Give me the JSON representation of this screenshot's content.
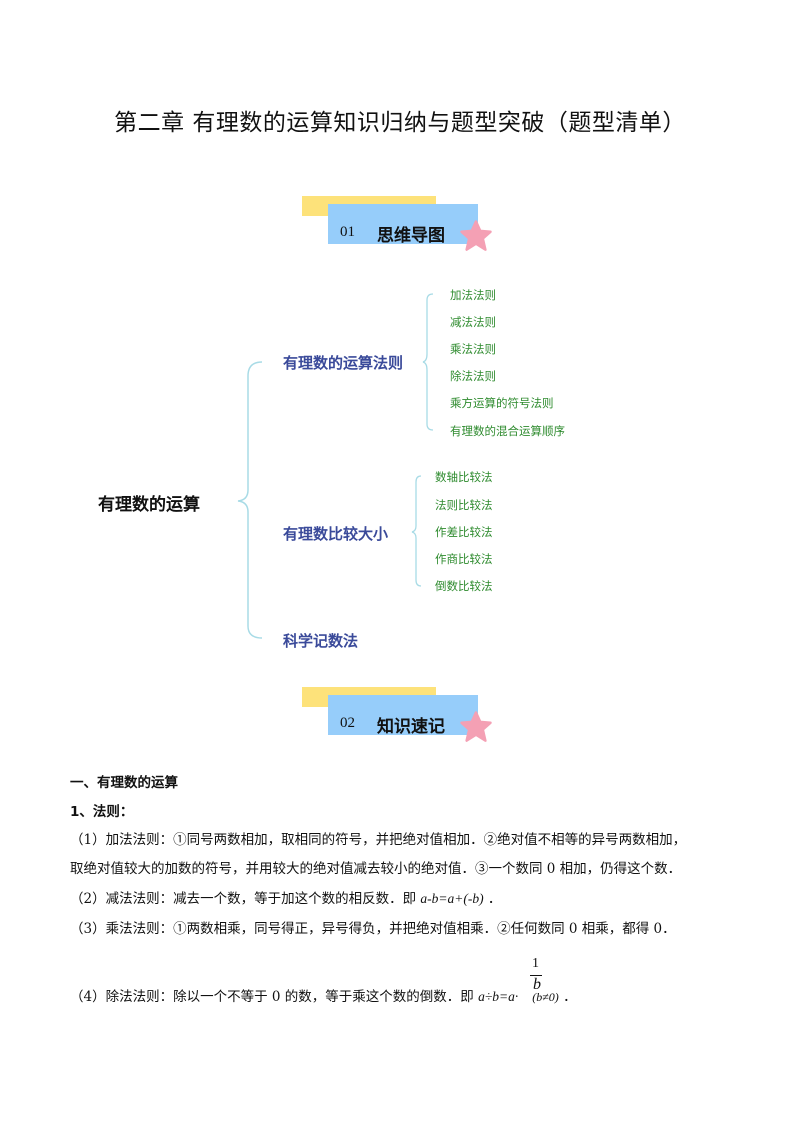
{
  "document": {
    "title": "第二章  有理数的运算知识归纳与题型突破（题型清单）"
  },
  "sections": [
    {
      "number": "01",
      "label": "思维导图",
      "colors": {
        "yellow": "#fde27a",
        "blue": "#96cdfa",
        "star": "#f4a0b4"
      }
    },
    {
      "number": "02",
      "label": "知识速记",
      "colors": {
        "yellow": "#fde27a",
        "blue": "#96cdfa",
        "star": "#f4a0b4"
      }
    }
  ],
  "mindmap": {
    "root": "有理数的运算",
    "bracket_color": "#a8dbe6",
    "branch_color": "#3a4a9a",
    "leaf_color": "#2e8b2e",
    "branches": [
      {
        "label": "有理数的运算法则",
        "leaves": [
          "加法法则",
          "减法法则",
          "乘法法则",
          "除法法则",
          "乘方运算的符号法则",
          "有理数的混合运算顺序"
        ]
      },
      {
        "label": "有理数比较大小",
        "leaves": [
          "数轴比较法",
          "法则比较法",
          "作差比较法",
          "作商比较法",
          "倒数比较法"
        ]
      },
      {
        "label": "科学记数法",
        "leaves": []
      }
    ]
  },
  "notes": {
    "heading": "一、有理数的运算",
    "subheading": "1、法则：",
    "rules": [
      {
        "line1": "（1）加法法则：①同号两数相加，取相同的符号，并把绝对值相加．②绝对值不相等的异号两数相加，",
        "line2": "取绝对值较大的加数的符号，并用较大的绝对值减去较小的绝对值．③一个数同 0 相加，仍得这个数．"
      },
      {
        "text": "（2）减法法则：减去一个数，等于加这个数的相反数．即 ",
        "math": "a-b=a+(-b)",
        "tail": "  ．"
      },
      {
        "text": "（3）乘法法则：①两数相乘，同号得正，异号得负，并把绝对值相乘．②任何数同 0 相乘，都得 0．"
      },
      {
        "text": "（4）除法法则：除以一个不等于 0 的数，等于乘这个数的倒数．即 ",
        "math": "a÷b=a·",
        "frac_num": "1",
        "frac_den": "b",
        "cond": "(b≠0)",
        "tail": "  ．"
      }
    ]
  }
}
